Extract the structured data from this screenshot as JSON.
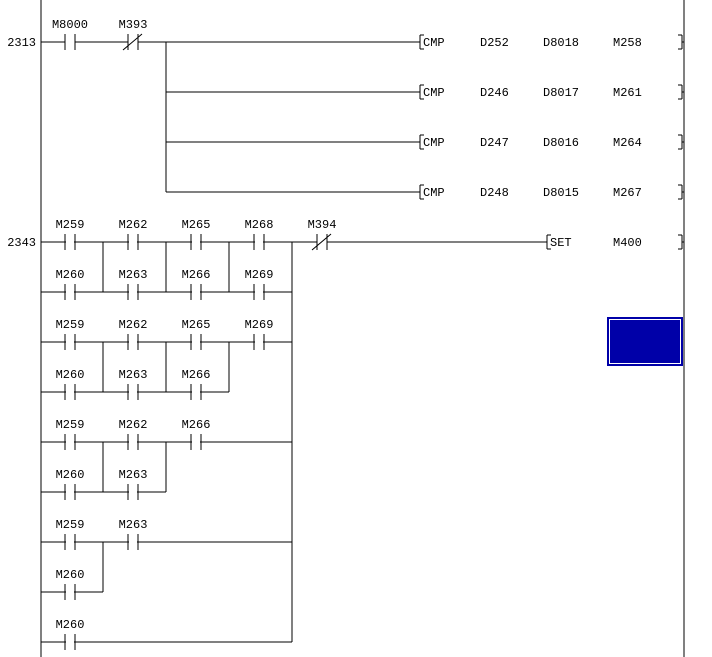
{
  "colors": {
    "line": "#000000",
    "cursor": "#0000a8"
  },
  "rungs": [
    {
      "step": "2313",
      "rows": [
        [
          {
            "label": "M8000",
            "type": "NO"
          },
          {
            "label": "M393",
            "type": "NC"
          }
        ]
      ],
      "instructions": [
        {
          "op": "CMP",
          "args": [
            "D252",
            "D8018",
            "M258"
          ]
        },
        {
          "op": "CMP",
          "args": [
            "D246",
            "D8017",
            "M261"
          ]
        },
        {
          "op": "CMP",
          "args": [
            "D247",
            "D8016",
            "M264"
          ]
        },
        {
          "op": "CMP",
          "args": [
            "D248",
            "D8015",
            "M267"
          ]
        }
      ]
    },
    {
      "step": "2343",
      "rows": [
        [
          {
            "label": "M259",
            "type": "NO"
          },
          {
            "label": "M262",
            "type": "NO"
          },
          {
            "label": "M265",
            "type": "NO"
          },
          {
            "label": "M268",
            "type": "NO"
          }
        ],
        [
          {
            "label": "M260",
            "type": "NO"
          },
          {
            "label": "M263",
            "type": "NO"
          },
          {
            "label": "M266",
            "type": "NO"
          },
          {
            "label": "M269",
            "type": "NO"
          }
        ],
        [
          {
            "label": "M259",
            "type": "NO"
          },
          {
            "label": "M262",
            "type": "NO"
          },
          {
            "label": "M265",
            "type": "NO"
          },
          {
            "label": "M269",
            "type": "NO"
          }
        ],
        [
          {
            "label": "M260",
            "type": "NO"
          },
          {
            "label": "M263",
            "type": "NO"
          },
          {
            "label": "M266",
            "type": "NO"
          }
        ],
        [
          {
            "label": "M259",
            "type": "NO"
          },
          {
            "label": "M262",
            "type": "NO"
          },
          {
            "label": "M266",
            "type": "NO"
          }
        ],
        [
          {
            "label": "M260",
            "type": "NO"
          },
          {
            "label": "M263",
            "type": "NO"
          }
        ],
        [
          {
            "label": "M259",
            "type": "NO"
          },
          {
            "label": "M263",
            "type": "NO"
          }
        ],
        [
          {
            "label": "M260",
            "type": "NO"
          }
        ],
        [
          {
            "label": "M260",
            "type": "NO"
          }
        ]
      ],
      "series_contact": {
        "label": "M394",
        "type": "NC"
      },
      "instructions": [
        {
          "op": "SET",
          "args": [
            "M400"
          ]
        }
      ]
    }
  ]
}
